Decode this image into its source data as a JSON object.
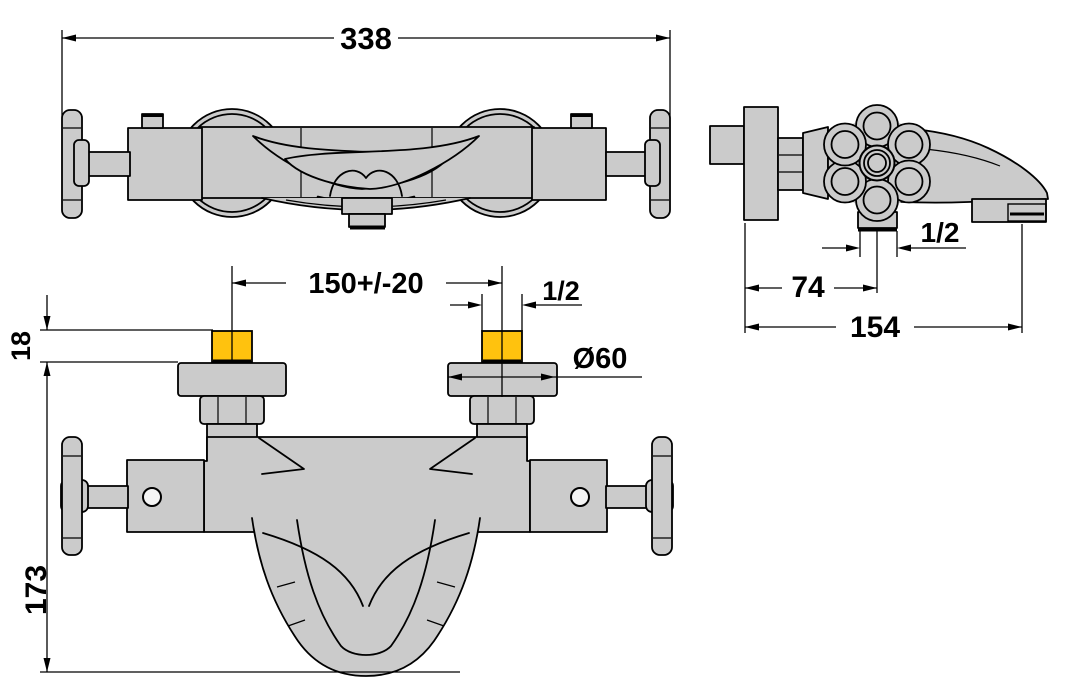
{
  "document": {
    "type": "technical-drawing",
    "subject": "wall-mounted two-handle bath mixer faucet, three orthographic views with dimensions"
  },
  "colors": {
    "background": "#ffffff",
    "metal_fill": "#cbcbcb",
    "outline": "#000000",
    "thread_yellow": "#ffc20e"
  },
  "dims": {
    "top": {
      "overall_width": "338"
    },
    "side": {
      "outlet_thread": "1/2",
      "wall_to_outlet": "74",
      "overall_depth": "154"
    },
    "front": {
      "inlet_spacing": "150+/-20",
      "inlet_thread": "1/2",
      "flange_diameter": "Ø60",
      "thread_length": "18",
      "spout_drop": "173"
    }
  }
}
